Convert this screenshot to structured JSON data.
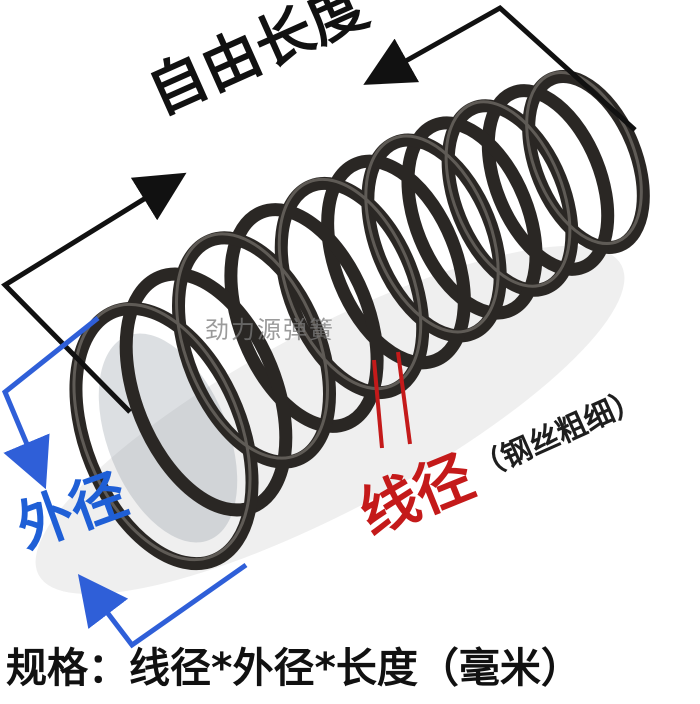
{
  "labels": {
    "free_length": "自由长度",
    "watermark": "劲力源弹簧",
    "wire_diameter": "线径",
    "wire_note": "（钢丝粗细）",
    "outer_diameter": "外径",
    "spec": "规格：线径*外径*长度（毫米）"
  },
  "colors": {
    "free_length_arrow": "#111111",
    "outer_diameter_arrow": "#2f5fd8",
    "wire_diameter_marks": "#c41a1a",
    "spring_steel": "#2a2724"
  }
}
